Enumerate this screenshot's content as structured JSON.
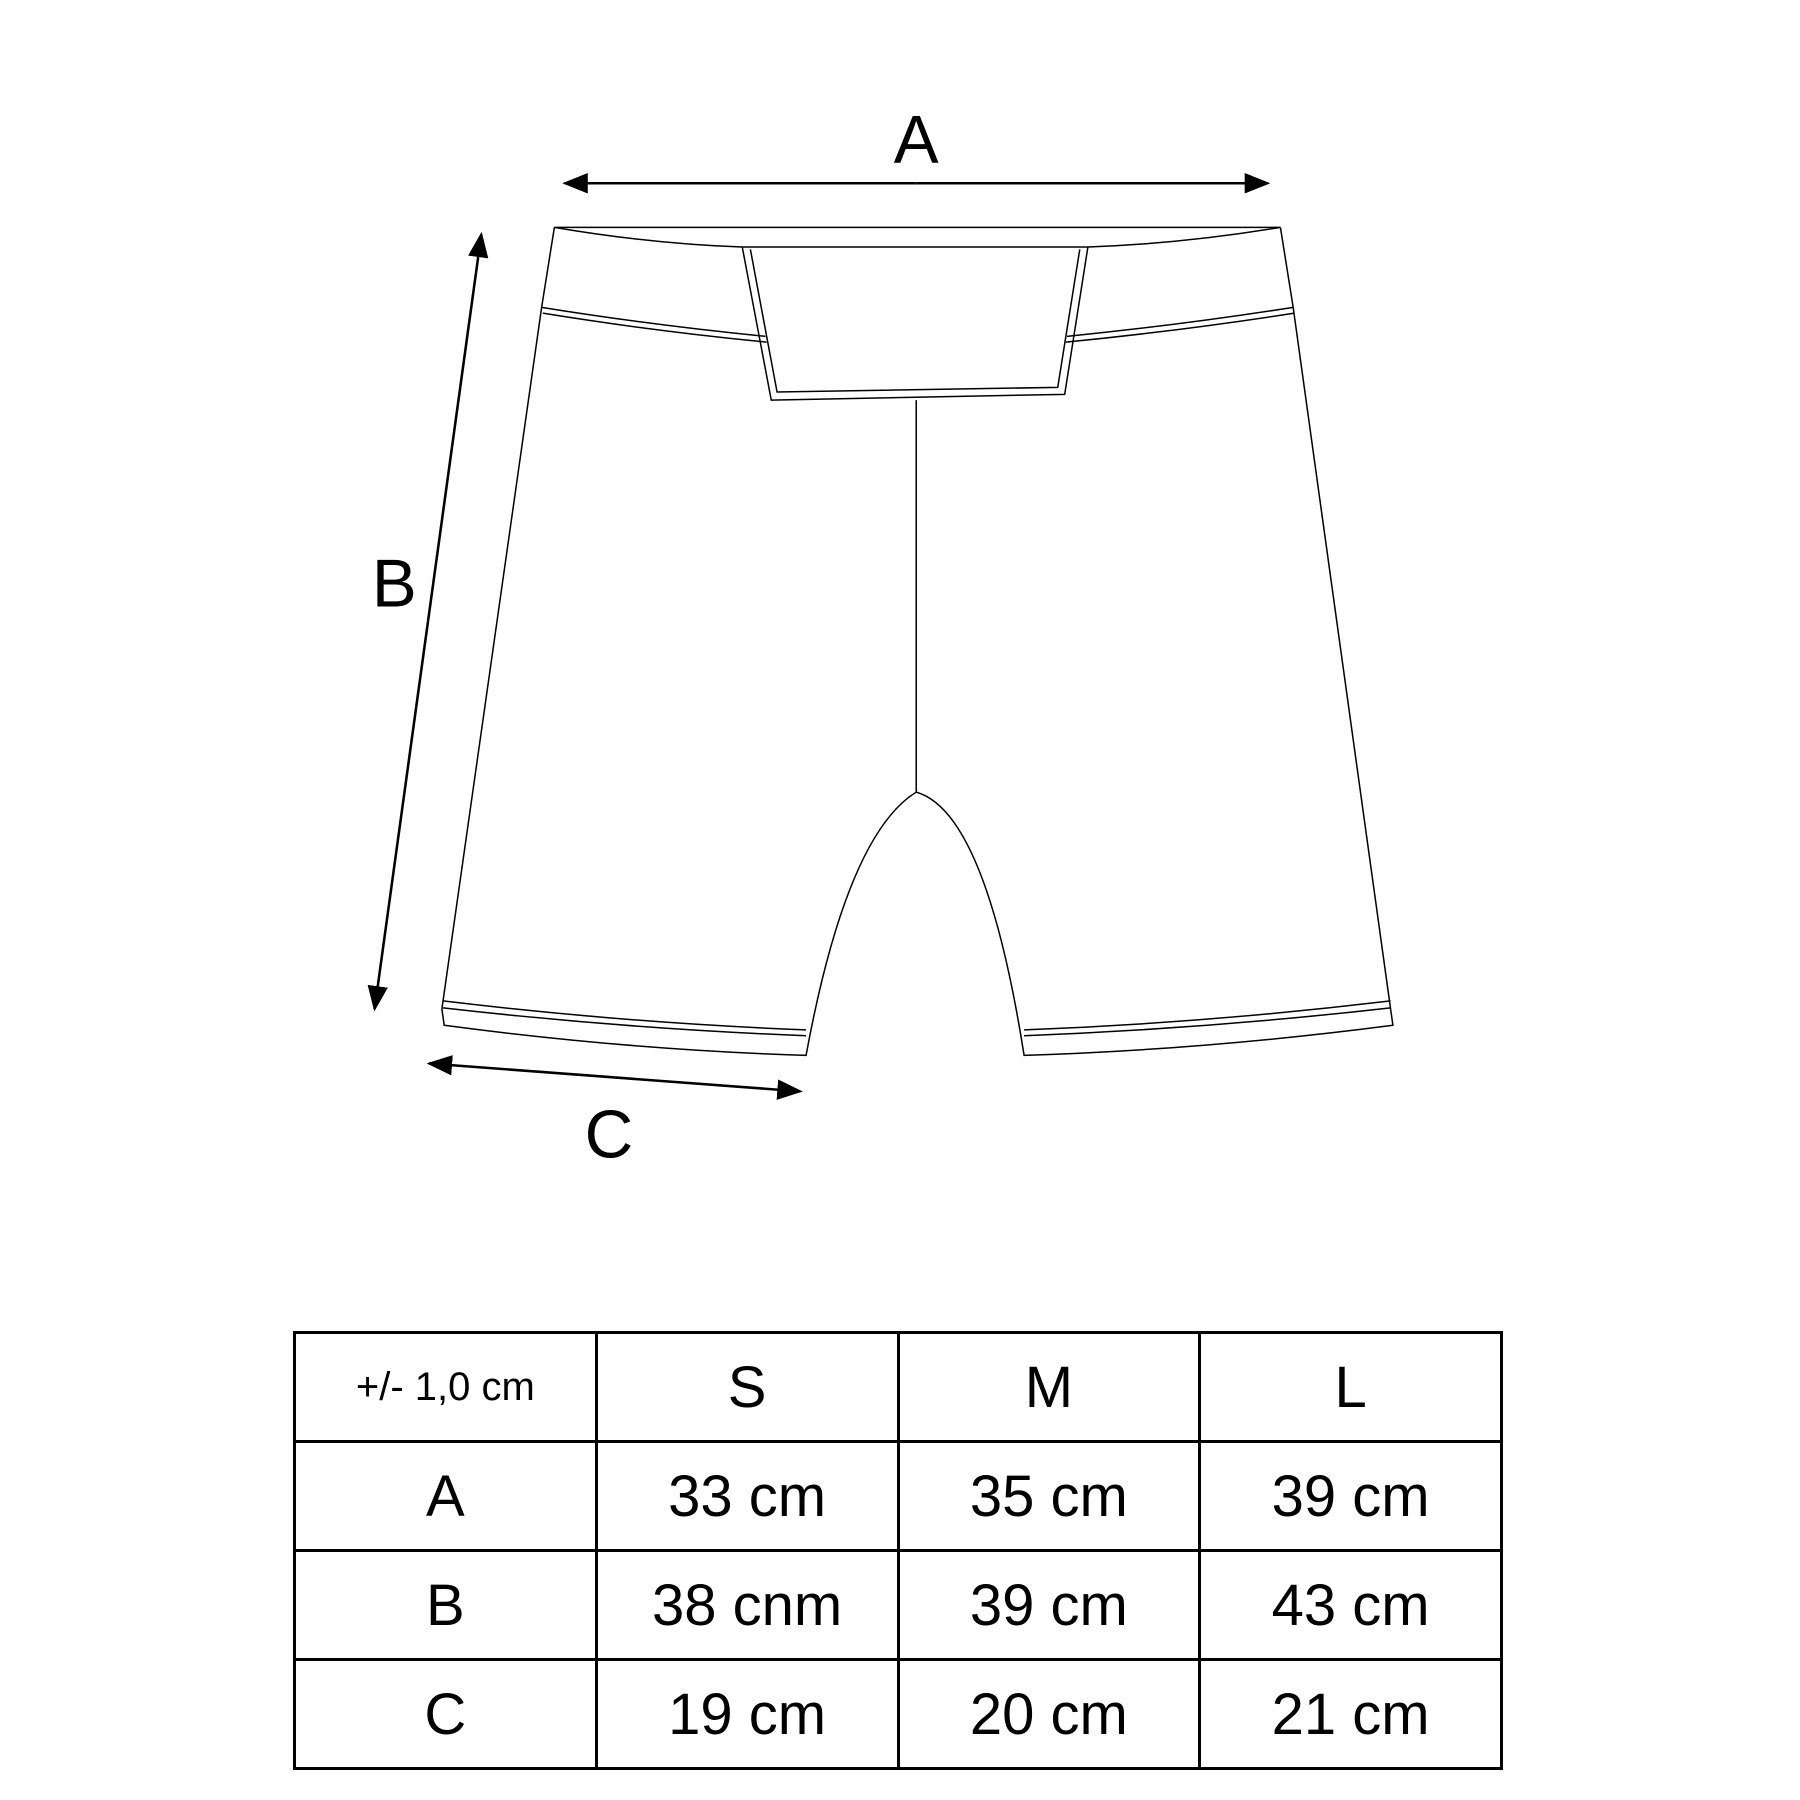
{
  "diagram": {
    "labels": {
      "a": "A",
      "b": "B",
      "c": "C"
    }
  },
  "table": {
    "header": [
      "+/- 1,0 cm",
      "S",
      "M",
      "L"
    ],
    "rows": [
      [
        "A",
        "33 cm",
        "35 cm",
        "39 cm"
      ],
      [
        "B",
        "38 cnm",
        "39 cm",
        "43 cm"
      ],
      [
        "C",
        "19 cm",
        "20 cm",
        "21 cm"
      ]
    ]
  }
}
